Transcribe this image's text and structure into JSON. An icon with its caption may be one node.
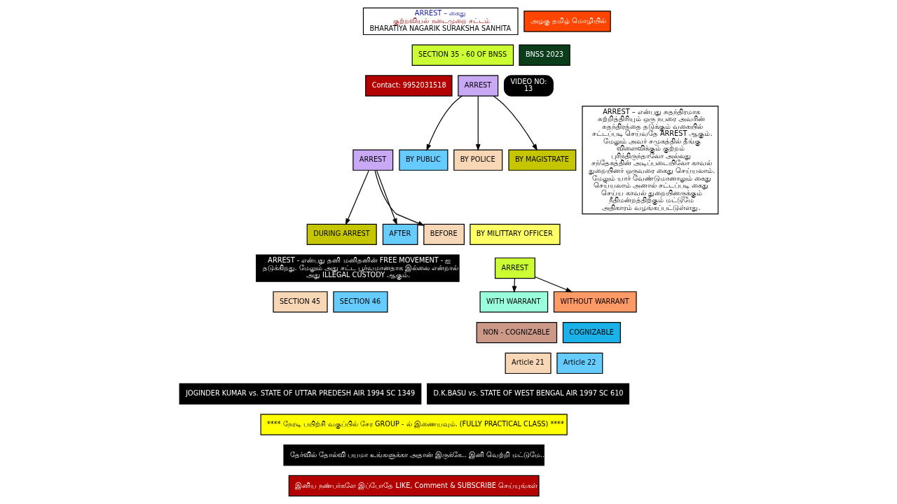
{
  "diagram": {
    "nodes": [
      {
        "text": [
          "ARREST – கைது",
          "குற்றவியல் நடைமுறை சட்டம்",
          "BHARATIYA NAGARIK SURAKSHA SANHITA"
        ]
      },
      {
        "text": [
          "SECTION 35 - 60 OF BNSS"
        ]
      },
      {
        "text": [
          "அழகு தமிழ் மொழியில்"
        ]
      },
      {
        "text": [
          "BNSS 2023"
        ]
      },
      {
        "text": [
          "VIDEO NO:",
          "13"
        ]
      },
      {
        "text": [
          "Contact: 9952031518"
        ]
      },
      {
        "text": [
          "ARREST"
        ]
      },
      {
        "text": [
          "BY POLICE"
        ]
      },
      {
        "text": [
          "BY MAGISTRATE"
        ]
      },
      {
        "text": [
          "BY PUBLIC"
        ]
      },
      {
        "text": [
          "BY MILITTARY OFFICER"
        ]
      },
      {
        "text": [
          "ARREST"
        ]
      },
      {
        "text": [
          "WITH WARRANT"
        ]
      },
      {
        "text": [
          "WITHOUT WARRANT"
        ]
      },
      {
        "text": [
          "NON - COGNIZABLE"
        ]
      },
      {
        "text": [
          "COGNIZABLE"
        ]
      },
      {
        "text": [
          "Article 21"
        ]
      },
      {
        "text": [
          "Article 22"
        ]
      },
      {
        "text": [
          "ARREST"
        ]
      },
      {
        "text": [
          "BEFORE"
        ]
      },
      {
        "text": [
          "DURING ARREST"
        ]
      },
      {
        "text": [
          "AFTER"
        ]
      },
      {
        "text": [
          "ARREST - என்பது தனி மனிதனின் FREE MOVEMENT - ஐ தடுக்கிறது. மேலும் அது சட்ட பூர்வமானதாக இல்லை என்றால் அது ILLEGAL CUSTODY ஆகும்."
        ]
      },
      {
        "text": [
          "SECTION 45"
        ]
      },
      {
        "text": [
          "SECTION 46"
        ]
      },
      {
        "text": [
          "ARREST – என்பது சுதந்திரமாக சுற்றித்திரியும் ஒரு நபரை அவரின் சுதந்திரத்தை தடுக்கும் வகையில் சட்டப்படி செய்வதே ARREST ஆகும். மேலும் அவர் சமுகத்தில் தீங்கு விளைவிக்கும் குற்றம் புரிந்திருந்தாலோ அல்லது சந்தேகத்தின் அடிப்படையிலோ காவல் துறையினர் ஒருவரை கைது செய்யலாம். மேலும் யார் வேண்டுமானாலும் கைது செய்யலாம் அனால் சட்டப்படி கைது செய்ய காவல் துறையினருக்கும் நீதிமன்றத்திற்கும் மட்டுமே அதிகாரம் வழங்கப்பட்டுள்ளது."
        ]
      },
      {
        "text": [
          "JOGINDER KUMAR vs. STATE OF UTTAR PREDESH AIR 1994 SC 1349"
        ]
      },
      {
        "text": [
          "D.K.BASU vs. STATE OF WEST BENGAL AIR 1997 SC 610"
        ]
      },
      {
        "text": [
          "**** நேரடி பயிற்சி வகுப்பில் சேர GROUP - ல் இணையவும். (FULLY PRACTICAL CLASS) ****"
        ]
      },
      {
        "text": [
          "தேர்வில் தோல்வி பயமா உங்களுக்கா அதான் இருக்கே.. இனி வெற்றி மட்டுமே.."
        ]
      },
      {
        "text": [
          "இனிய நண்பர்களே இப்போதே LIKE, Comment & SUBSCRIBE செய்யுங்கள்"
        ]
      }
    ],
    "edges": [
      {
        "from": 6,
        "to": 7,
        "arrow": "to"
      },
      {
        "from": 6,
        "to": 8,
        "arrow": "to"
      },
      {
        "from": 6,
        "to": 9,
        "arrow": "to"
      },
      {
        "from": 18,
        "to": 19,
        "arrow": "to"
      },
      {
        "from": 18,
        "to": 20,
        "arrow": "to"
      },
      {
        "from": 18,
        "to": 21,
        "arrow": "to"
      },
      {
        "from": 11,
        "to": 12,
        "arrow": "to"
      },
      {
        "from": 11,
        "to": 13,
        "arrow": "to"
      }
    ]
  }
}
